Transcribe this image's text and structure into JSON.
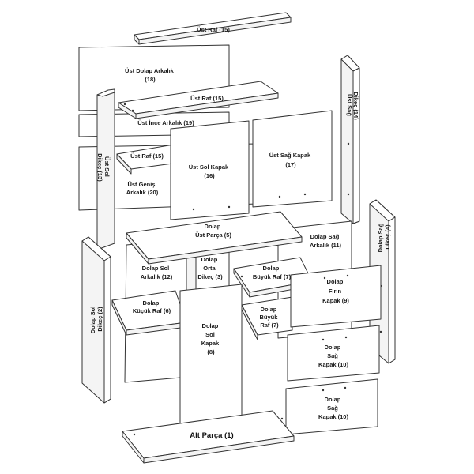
{
  "parts": {
    "ust_raf_top": "Üst Raf (15)",
    "ust_dolap_arkalik": [
      "Üst Dolap Arkalık",
      "(18)"
    ],
    "ust_raf_mid": "Üst Raf (15)",
    "ust_ince_arkalik": "Üst İnce Arkalık (19)",
    "ust_sag_dikec": [
      "Üst Sağ",
      "Dikeç (14)"
    ],
    "ust_sol_dikec": [
      "Üst Sol",
      "Dikeç (13)"
    ],
    "ust_raf_low": "Üst Raf (15)",
    "ust_genis_arkalik": [
      "Üst Geniş",
      "Arkalık (20)"
    ],
    "ust_sol_kapak": [
      "Üst Sol Kapak",
      "(16)"
    ],
    "ust_sag_kapak": [
      "Üst Sağ Kapak",
      "(17)"
    ],
    "dolap_ust_parca": [
      "Dolap",
      "Üst Parça (5)"
    ],
    "dolap_sag_arkalik": [
      "Dolap Sağ",
      "Arkalık (11)"
    ],
    "dolap_sag_dikec": [
      "Dolap Sağ",
      "Dikeç (4)"
    ],
    "dolap_sol_arkalik": [
      "Dolap Sol",
      "Arkalık (12)"
    ],
    "dolap_orta_dikec": [
      "Dolap",
      "Orta",
      "Dikeç (3)"
    ],
    "dolap_buyuk_raf_top": [
      "Dolap",
      "Büyük Raf (7)"
    ],
    "dolap_sol_dikec": [
      "Dolap Sol",
      "Dikeç (2)"
    ],
    "dolap_kucuk_raf": [
      "Dolap",
      "Küçük Raf (6)"
    ],
    "dolap_buyuk_raf_low": [
      "Dolap",
      "Büyük",
      "Raf (7)"
    ],
    "dolap_firin_kapak": [
      "Dolap",
      "Fırın",
      "Kapak (9)"
    ],
    "dolap_sol_kapak": [
      "Dolap",
      "Sol",
      "Kapak",
      "(8)"
    ],
    "dolap_sag_kapak_upper": [
      "Dolap",
      "Sağ",
      "Kapak (10)"
    ],
    "dolap_sag_kapak_lower": [
      "Dolap",
      "Sağ",
      "Kapak (10)"
    ],
    "alt_parca": "Alt Parça (1)"
  }
}
